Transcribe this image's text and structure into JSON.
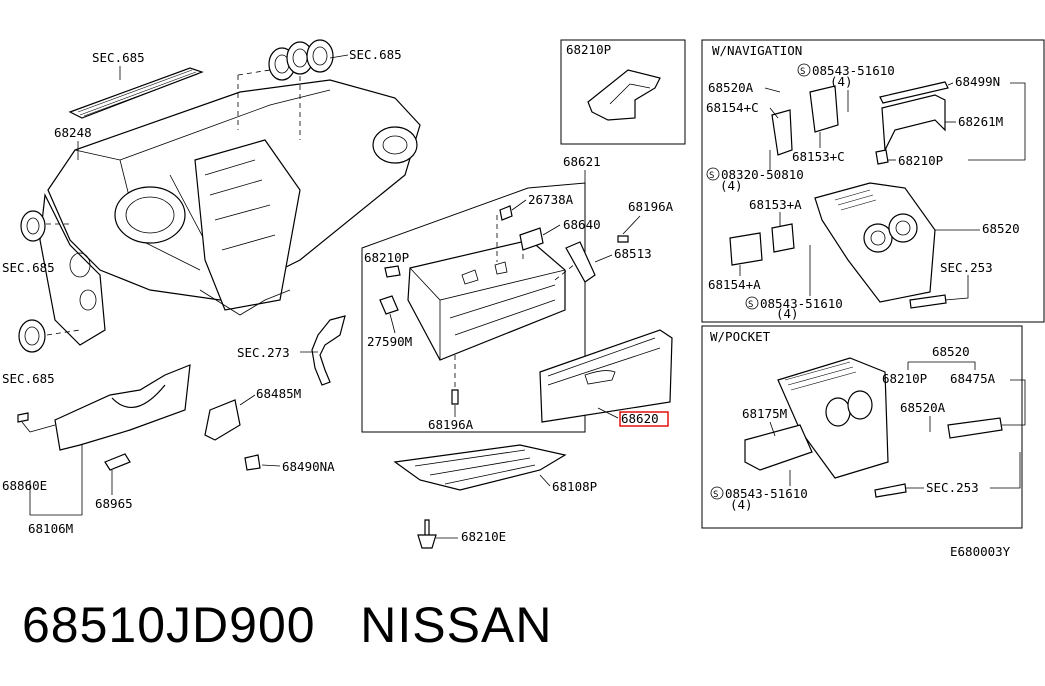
{
  "diagram": {
    "diagram_code": "E680003Y",
    "highlight_color": "#e00000",
    "boxes": {
      "clip": {
        "labels": [
          "68210P"
        ]
      },
      "navigation": {
        "title": "W/NAVIGATION"
      },
      "pocket": {
        "title": "W/POCKET"
      }
    },
    "labels": {
      "sec685_a": "SEC.685",
      "sec685_b": "SEC.685",
      "sec685_c": "SEC.685",
      "sec685_d": "SEC.685",
      "p68248": "68248",
      "sec273": "SEC.273",
      "p68485m": "68485M",
      "p68490na": "68490NA",
      "p68860e": "68860E",
      "p68965": "68965",
      "p68106m": "68106M",
      "p68621": "68621",
      "p26738a": "26738A",
      "p68196a_top": "68196A",
      "p68640": "68640",
      "p68513": "68513",
      "p68210p_mid": "68210P",
      "p27590m": "27590M",
      "p68196a_bot": "68196A",
      "p68620": "68620",
      "p68108p": "68108P",
      "p68210e": "68210E",
      "nav_68520a": "68520A",
      "nav_08543_a": "08543-51610",
      "nav_qty4_a": "(4)",
      "nav_68499n": "68499N",
      "nav_68154c": "68154+C",
      "nav_68261m": "68261M",
      "nav_68153c": "68153+C",
      "nav_68210p": "68210P",
      "nav_08320": "08320-50810",
      "nav_qty4_b": "(4)",
      "nav_68153a": "68153+A",
      "nav_68520": "68520",
      "nav_sec253": "SEC.253",
      "nav_68154a": "68154+A",
      "nav_08543_b": "08543-51610",
      "nav_qty4_c": "(4)",
      "pk_68520": "68520",
      "pk_68210p": "68210P",
      "pk_68475a": "68475A",
      "pk_68175m": "68175M",
      "pk_68520a": "68520A",
      "pk_08543": "08543-51610",
      "pk_qty4": "(4)",
      "pk_sec253": "SEC.253"
    },
    "icons": [
      "screw-s-circle-icon"
    ]
  },
  "footer": {
    "part_number": "68510JD900",
    "brand": "NISSAN"
  }
}
